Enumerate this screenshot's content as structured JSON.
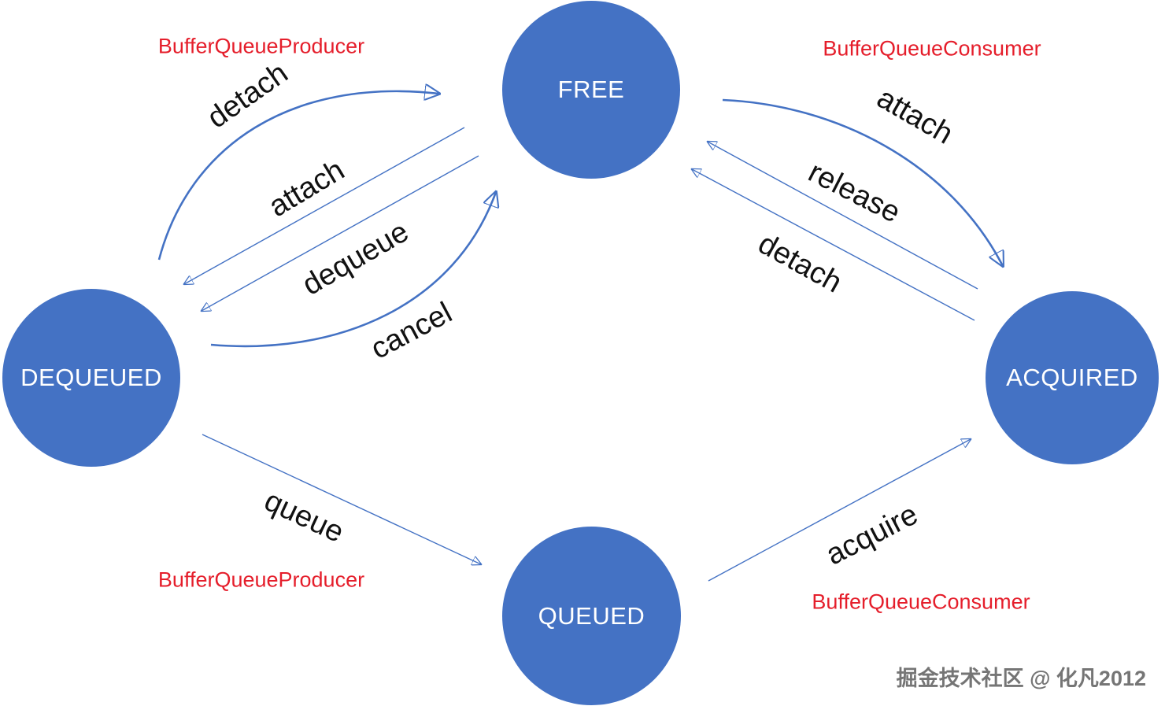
{
  "colors": {
    "node_fill": "#4472C4",
    "node_text": "#FFFFFF",
    "arrow": "#4472C4",
    "transition_text": "#111111",
    "annotation_red": "#E51E2B",
    "watermark_gray": "#757575",
    "background": "#FFFFFF"
  },
  "states": [
    {
      "id": "free",
      "label": "FREE"
    },
    {
      "id": "dequeued",
      "label": "DEQUEUED"
    },
    {
      "id": "acquired",
      "label": "ACQUIRED"
    },
    {
      "id": "queued",
      "label": "QUEUED"
    }
  ],
  "transitions": [
    {
      "id": "detach-left",
      "label": "detach",
      "from": "DEQUEUED",
      "to": "FREE"
    },
    {
      "id": "attach-left",
      "label": "attach",
      "from": "FREE",
      "to": "DEQUEUED"
    },
    {
      "id": "dequeue",
      "label": "dequeue",
      "from": "FREE",
      "to": "DEQUEUED"
    },
    {
      "id": "cancel",
      "label": "cancel",
      "from": "DEQUEUED",
      "to": "FREE"
    },
    {
      "id": "attach-right",
      "label": "attach",
      "from": "FREE",
      "to": "ACQUIRED"
    },
    {
      "id": "release",
      "label": "release",
      "from": "ACQUIRED",
      "to": "FREE"
    },
    {
      "id": "detach-right",
      "label": "detach",
      "from": "ACQUIRED",
      "to": "FREE"
    },
    {
      "id": "queue",
      "label": "queue",
      "from": "DEQUEUED",
      "to": "QUEUED"
    },
    {
      "id": "acquire",
      "label": "acquire",
      "from": "QUEUED",
      "to": "ACQUIRED"
    }
  ],
  "actor_labels": [
    {
      "id": "producer-top-left",
      "label": "BufferQueueProducer"
    },
    {
      "id": "consumer-top-right",
      "label": "BufferQueueConsumer"
    },
    {
      "id": "producer-bottom-left",
      "label": "BufferQueueProducer"
    },
    {
      "id": "consumer-bottom-right",
      "label": "BufferQueueConsumer"
    }
  ],
  "watermark": {
    "text": "掘金技术社区 @ 化凡2012"
  }
}
